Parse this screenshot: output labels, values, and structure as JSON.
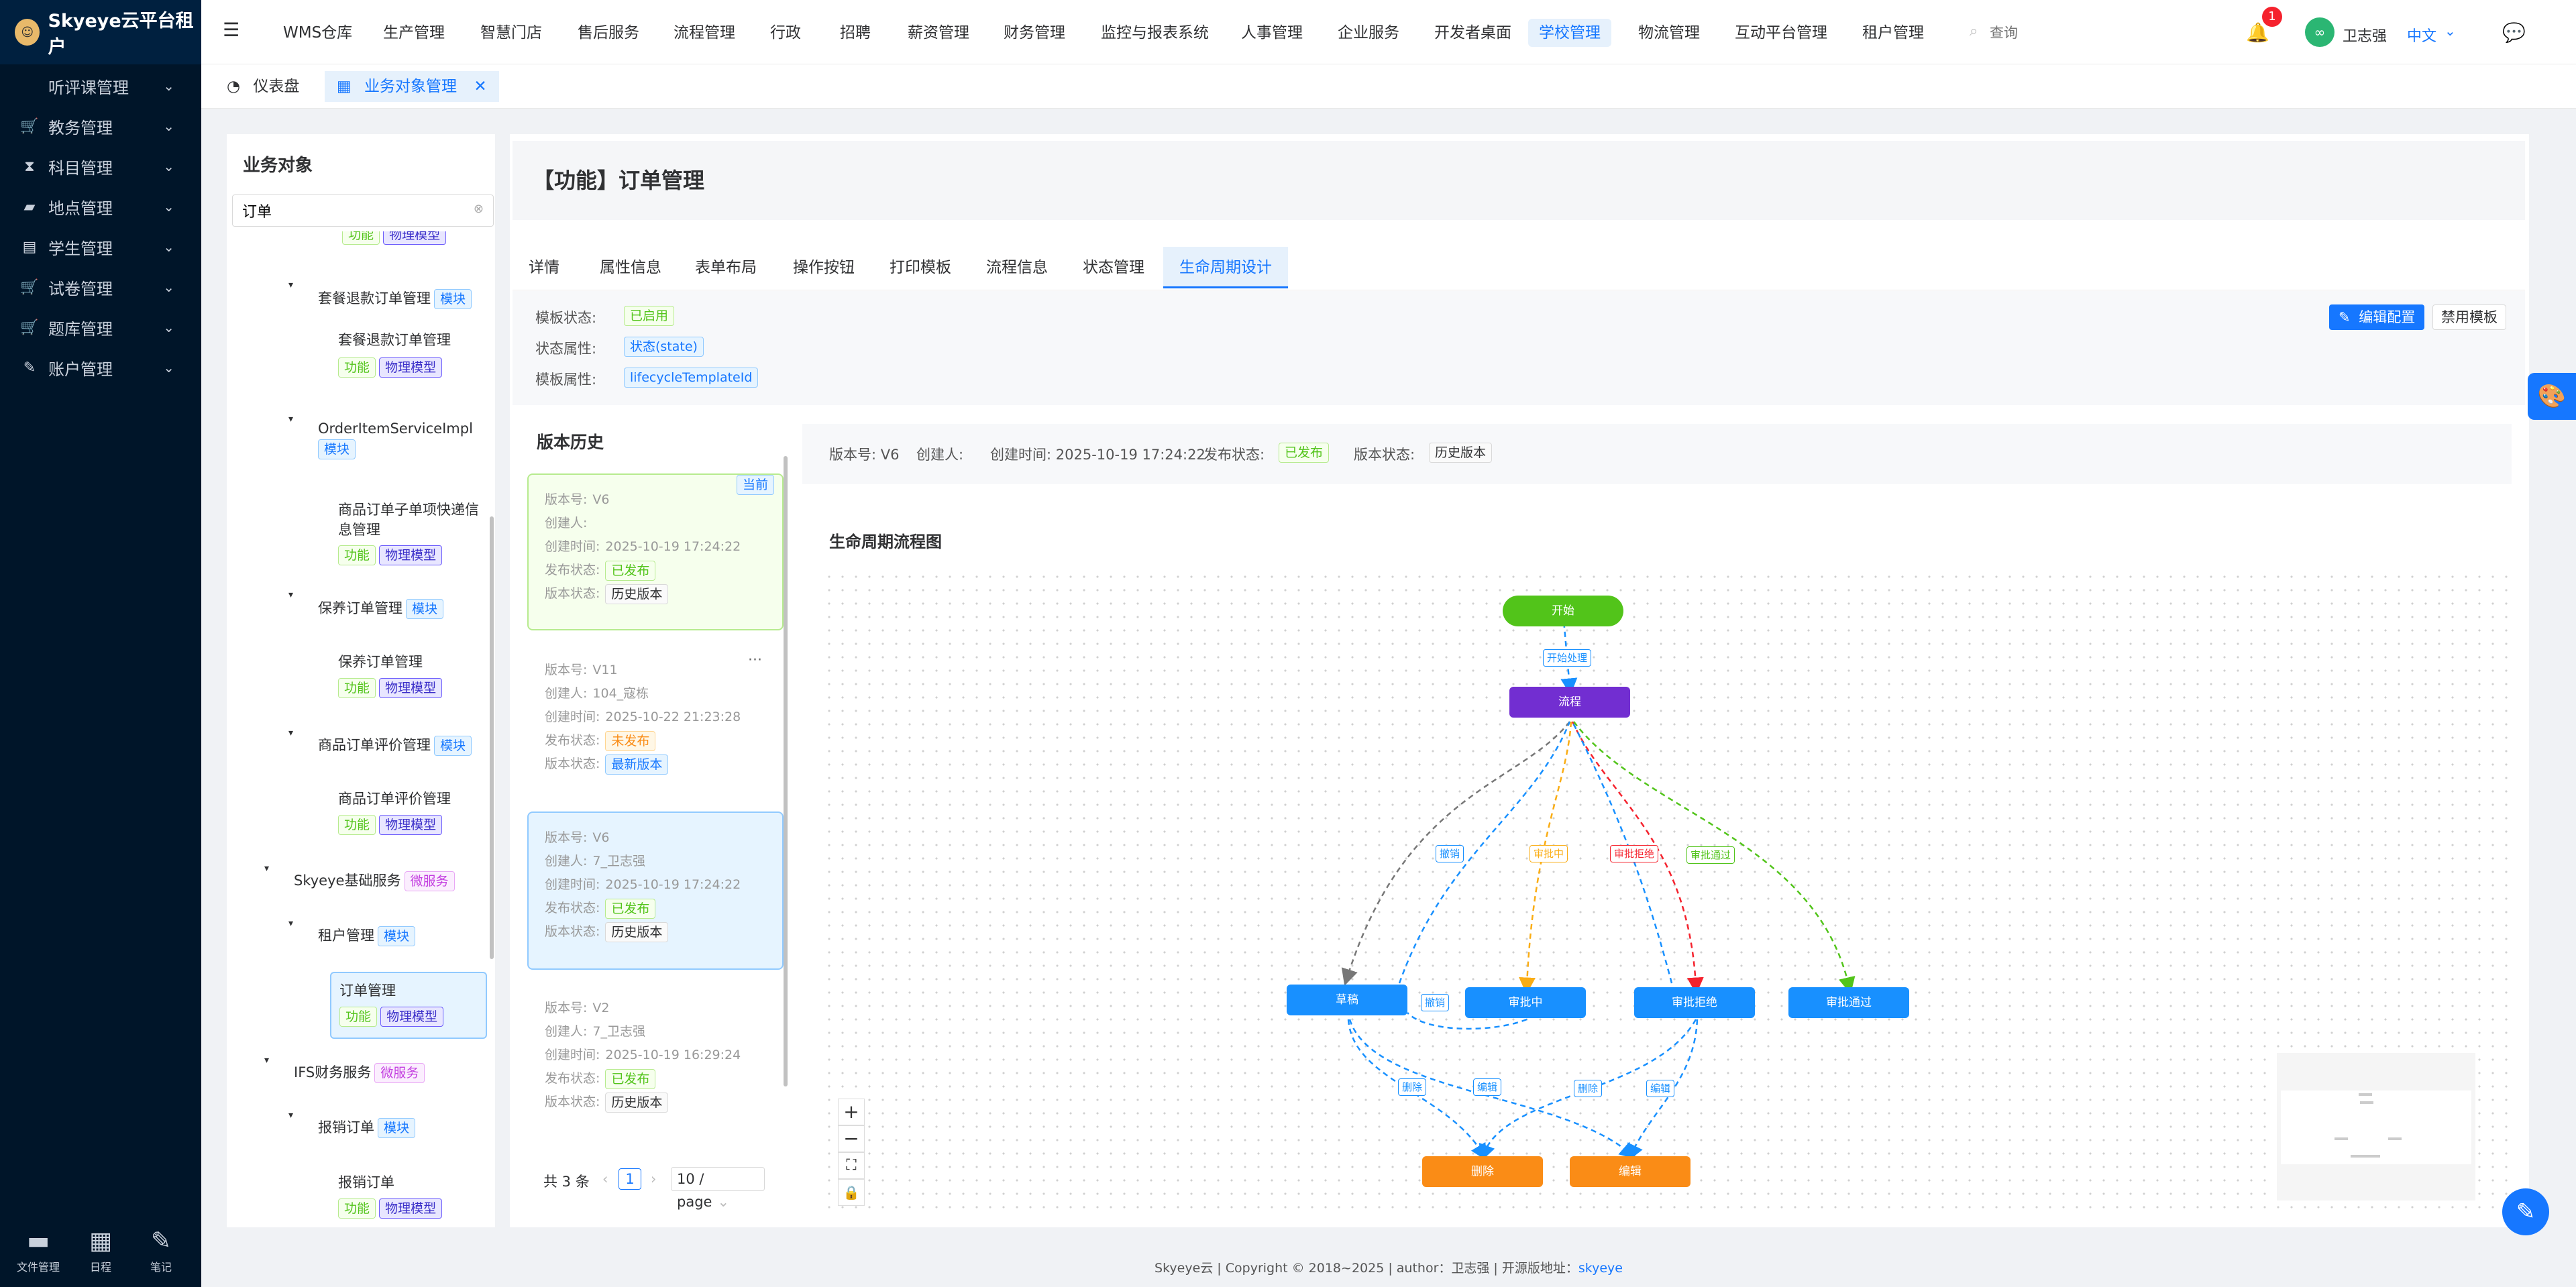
{
  "app": {
    "title": "Skyeye云平台租户"
  },
  "sidebar": {
    "items": [
      {
        "label": "听评课管理",
        "icon": "chevron-down-icon"
      },
      {
        "label": "教务管理",
        "icon": "cart-icon"
      },
      {
        "label": "科目管理",
        "icon": "hourglass-icon"
      },
      {
        "label": "地点管理",
        "icon": "folder-icon"
      },
      {
        "label": "学生管理",
        "icon": "document-icon"
      },
      {
        "label": "试卷管理",
        "icon": "cart-icon"
      },
      {
        "label": "题库管理",
        "icon": "cart-icon"
      },
      {
        "label": "账户管理",
        "icon": "edit-icon"
      }
    ],
    "dock": [
      {
        "label": "文件管理",
        "icon": "folder-icon"
      },
      {
        "label": "日程",
        "icon": "calendar-icon"
      },
      {
        "label": "笔记",
        "icon": "note-icon"
      }
    ]
  },
  "header": {
    "nav": [
      "WMS仓库",
      "生产管理",
      "智慧门店",
      "售后服务",
      "流程管理",
      "行政",
      "招聘",
      "薪资管理",
      "财务管理",
      "监控与报表系统",
      "人事管理",
      "企业服务",
      "开发者桌面",
      "学校管理",
      "物流管理",
      "互动平台管理",
      "租户管理"
    ],
    "active_nav": "学校管理",
    "search_placeholder": "查询",
    "notification_count": "1",
    "user": "卫志强",
    "language": "中文"
  },
  "tags": [
    {
      "label": "仪表盘"
    },
    {
      "label": "业务对象管理"
    }
  ],
  "left_panel": {
    "title": "业务对象",
    "search_value": "订单",
    "tree": {
      "t_func": "功能",
      "t_model": "物理模型",
      "t_module": "模块",
      "t_micro": "微服务",
      "n1": "套餐退款订单管理",
      "n2": "套餐退款订单管理",
      "n3": "OrderItemServiceImpl",
      "n4": "商品订单子单项快递信息管理",
      "n5": "保养订单管理",
      "n6": "保养订单管理",
      "n7": "商品订单评价管理",
      "n8": "商品订单评价管理",
      "n9": "Skyeye基础服务",
      "n10": "租户管理",
      "n11": "订单管理",
      "n12": "IFS财务服务",
      "n13": "报销订单",
      "n14": "报销订单"
    }
  },
  "main": {
    "title": "【功能】订单管理",
    "tabs": [
      "详情",
      "属性信息",
      "表单布局",
      "操作按钮",
      "打印模板",
      "流程信息",
      "状态管理",
      "生命周期设计"
    ],
    "active_tab": "生命周期设计",
    "info": [
      {
        "label": "模板状态:",
        "value": "已启用"
      },
      {
        "label": "状态属性:",
        "value": "状态(state)"
      },
      {
        "label": "模板属性:",
        "value": "lifecycleTemplateId"
      }
    ],
    "edit_button": "编辑配置",
    "disable_button": "禁用模板"
  },
  "version_history": {
    "title": "版本历史",
    "labels": {
      "version": "版本号:",
      "creator": "创建人:",
      "created": "创建时间:",
      "publish": "发布状态:",
      "vstatus": "版本状态:"
    },
    "current_badge": "当前",
    "cards": [
      {
        "version": "V6",
        "creator": "",
        "created": "2025-10-19 17:24:22",
        "publish": "已发布",
        "vstatus": "历史版本"
      },
      {
        "version": "V11",
        "creator": "104_寇栋",
        "created": "2025-10-22 21:23:28",
        "publish": "未发布",
        "vstatus": "最新版本"
      },
      {
        "version": "V6",
        "creator": "7_卫志强",
        "created": "2025-10-19 17:24:22",
        "publish": "已发布",
        "vstatus": "历史版本"
      },
      {
        "version": "V2",
        "creator": "7_卫志强",
        "created": "2025-10-19 16:29:24",
        "publish": "已发布",
        "vstatus": "历史版本"
      }
    ],
    "pagination": {
      "total": "共 3 条",
      "page": "1",
      "page_size": "10 / page"
    }
  },
  "detail": {
    "l_version": "版本号:",
    "version": "V6",
    "l_creator": "创建人:",
    "l_created": "创建时间:",
    "created": "2025-10-19 17:24:22",
    "l_publish": "发布状态:",
    "publish": "已发布",
    "l_vstatus": "版本状态:",
    "vstatus": "历史版本"
  },
  "flow": {
    "title": "生命周期流程图",
    "nodes": {
      "start": "开始",
      "process": "流程",
      "draft": "草稿",
      "reviewing": "审批中",
      "rejected": "审批拒绝",
      "approved": "审批通过",
      "deleted": "删除",
      "edit": "编辑"
    },
    "edges": {
      "start_process": "开始处理",
      "withdraw": "撤销",
      "reviewing": "审批中",
      "reject": "审批拒绝",
      "approve": "审批通过",
      "withdraw2": "撤销",
      "delete1": "删除",
      "edit1": "编辑",
      "delete2": "删除",
      "edit2": "编辑"
    }
  },
  "footer": {
    "text": "Skyeye云 | Copyright © 2018~2025 | author：卫志强 | 开源版地址：",
    "link": "skyeye"
  },
  "colors": {
    "primary": "#1677ff",
    "sidebar": "#001529",
    "start": "#52c41a",
    "process": "#722ed1",
    "state": "#1890ff",
    "terminal": "#fa8c16"
  }
}
